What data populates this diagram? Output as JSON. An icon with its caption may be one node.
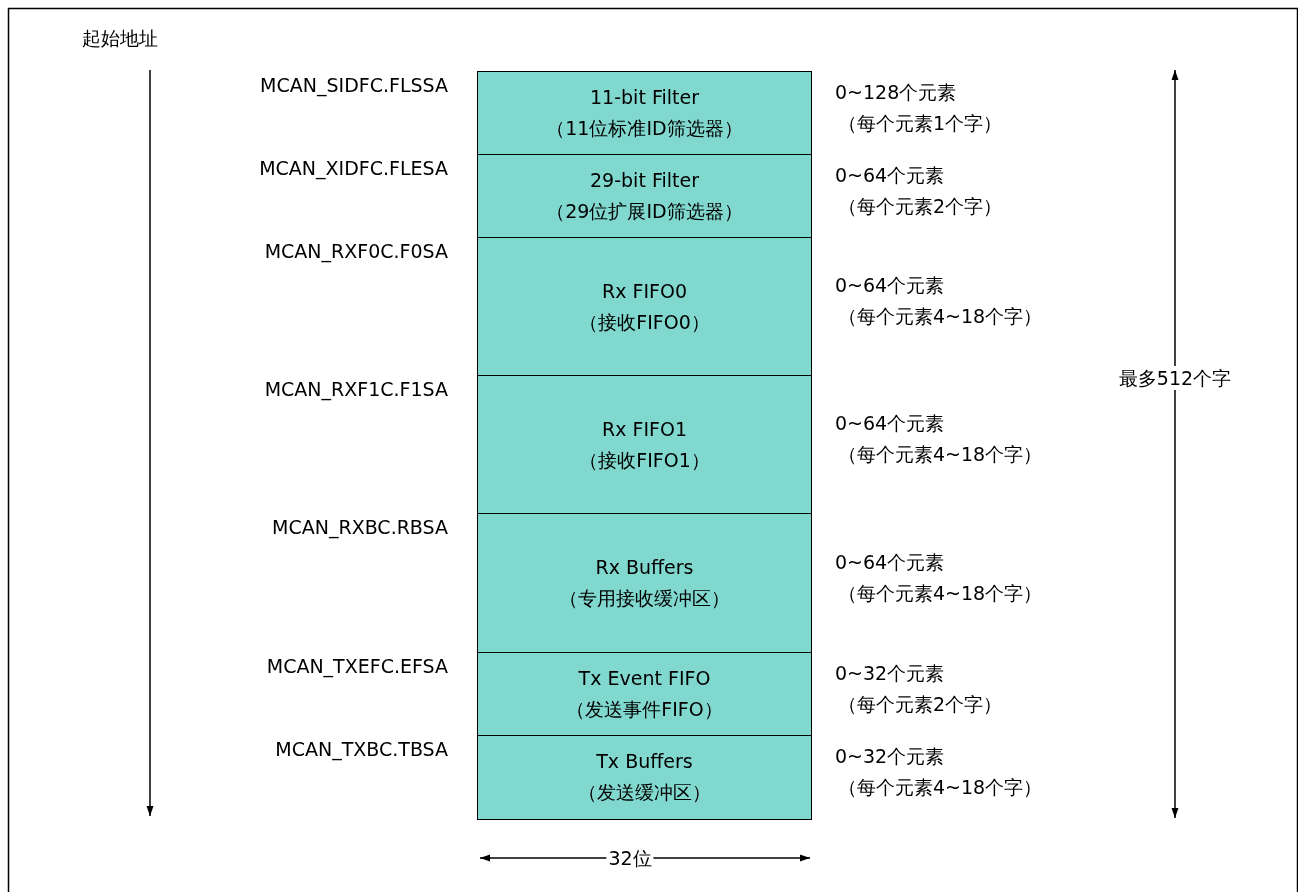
{
  "diagram": {
    "nodes": [
      {
        "text": [
          "11-bit Filter",
          "（11位标准ID筛选器）"
        ],
        "beside": [
          "MCAN_SIDFC.FLSSA",
          "0~128个元素",
          "（每个元素1个字）"
        ]
      },
      {
        "text": [
          "29-bit Filter",
          "（29位扩展ID筛选器）"
        ],
        "beside": [
          "MCAN_XIDFC.FLESA",
          "0~64个元素",
          "（每个元素2个字）"
        ]
      },
      {
        "text": [
          "Rx FIFO0",
          "（接收FIFO0）"
        ],
        "beside": [
          "MCAN_RXF0C.F0SA",
          "0~64个元素",
          "（每个元素4~18个字）"
        ]
      },
      {
        "text": [
          "Rx FIFO1",
          "（接收FIFO1）"
        ],
        "beside": [
          "MCAN_RXF1C.F1SA",
          "0~64个元素",
          "（每个元素4~18个字）"
        ]
      },
      {
        "text": [
          "Rx Buffers",
          "（专用接收缓冲区）"
        ],
        "beside": [
          "MCAN_RXBC.RBSA",
          "0~64个元素",
          "（每个元素4~18个字）"
        ]
      },
      {
        "text": [
          "Tx Event FIFO",
          "（发送事件FIFO）"
        ],
        "beside": [
          "MCAN_TXEFC.EFSA",
          "0~32个元素",
          "（每个元素2个字）"
        ]
      },
      {
        "text": [
          "Tx Buffers",
          "（发送缓冲区）"
        ],
        "beside": [
          "MCAN_TXBC.TBSA",
          "0~32个元素",
          "（每个元素4~18个字）"
        ]
      }
    ],
    "labels": [
      "起始地址",
      "最多512个字",
      "32位"
    ]
  }
}
